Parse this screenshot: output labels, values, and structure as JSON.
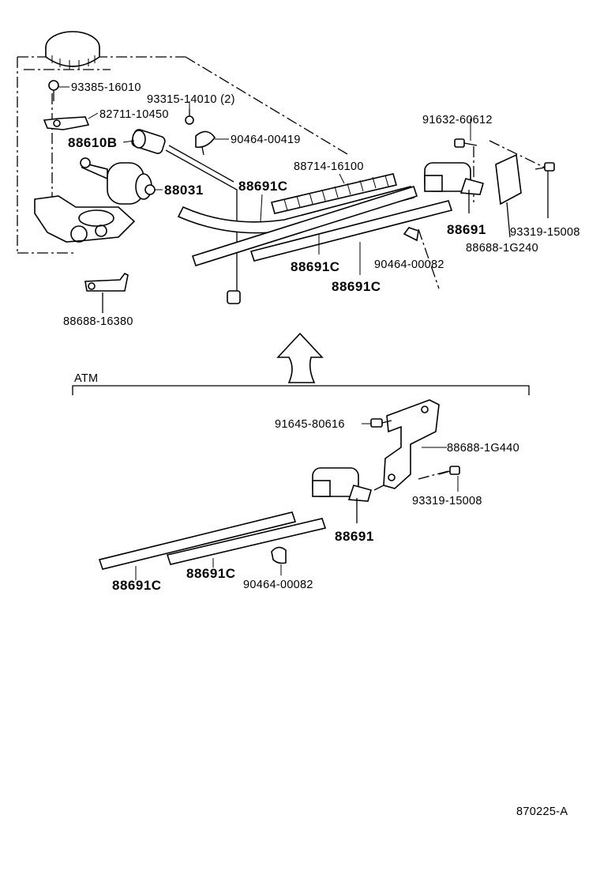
{
  "upper_labels": {
    "p93385": "93385-16010",
    "p93315": "93315-14010 (2)",
    "p82711": "82711-10450",
    "p88610b": "88610B",
    "p90464_419": "90464-00419",
    "p88031": "88031",
    "p88714": "88714-16100",
    "p88691c_a": "88691C",
    "p88691c_b": "88691C",
    "p88691c_c": "88691C",
    "p91632": "91632-60612",
    "p88691": "88691",
    "p93319": "93319-15008",
    "p88688_1g240": "88688-1G240",
    "p90464_082": "90464-00082",
    "p88688_16380": "88688-16380"
  },
  "section": {
    "label": "ATM"
  },
  "lower_labels": {
    "p91645": "91645-80616",
    "p88688_1g440": "88688-1G440",
    "p93319": "93319-15008",
    "p88691": "88691",
    "p88691c_a": "88691C",
    "p88691c_b": "88691C",
    "p90464_082": "90464-00082"
  },
  "diagram_code": "870225-A"
}
